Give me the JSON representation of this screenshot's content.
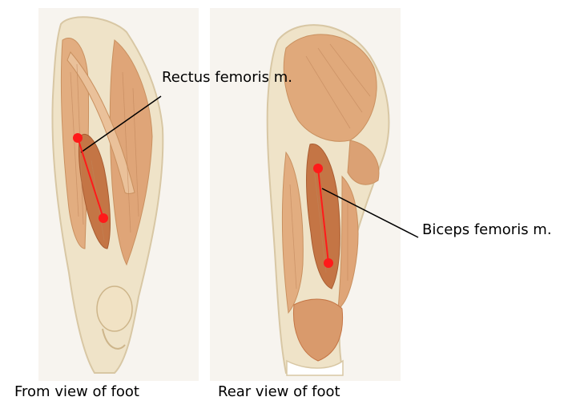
{
  "labels": {
    "rectus": "Rectus femoris m.",
    "biceps": "Biceps femoris m."
  },
  "captions": {
    "front": "From view of foot",
    "rear": "Rear view of foot"
  },
  "colors": {
    "marker": "#ff1a1a",
    "leader": "#000000",
    "muscle": "#d99a6c",
    "muscle_dark": "#c47545",
    "skin": "#efe3c8",
    "background": "#f7f4ef"
  }
}
